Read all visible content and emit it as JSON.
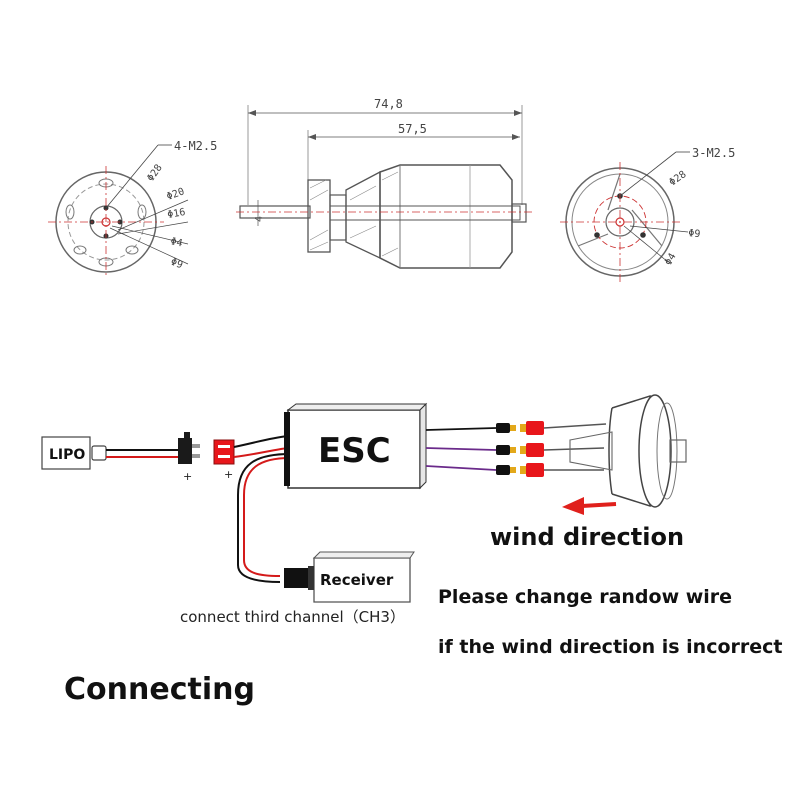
{
  "drawing": {
    "front_view": {
      "hole_label": "4-M2.5",
      "diameters": [
        "Φ28",
        "Φ20",
        "Φ16",
        "Φ4",
        "Φ9"
      ]
    },
    "side_view": {
      "total_length": "74,8",
      "body_length": "57,5",
      "shaft_diameter": "4"
    },
    "rear_view": {
      "hole_label": "3-M2.5",
      "diameters": [
        "Φ28",
        "Φ9",
        "Φ4"
      ]
    }
  },
  "wiring": {
    "battery_label": "LIPO",
    "esc_label": "ESC",
    "receiver_label": "Receiver",
    "channel_note": "connect third channel（CH3）",
    "plus_sign": "+",
    "wind_label": "wind direction",
    "instruction_line1": "Please change randow wire",
    "instruction_line2": "if the wind direction is incorrect",
    "colors": {
      "red_wire": "#d41a1a",
      "black_wire": "#111111",
      "purple_wire": "#6a2a8a",
      "arrow": "#e0201c",
      "connector_red": "#e8161b",
      "connector_yellow": "#e3a81a"
    }
  },
  "section_title": "Connecting"
}
